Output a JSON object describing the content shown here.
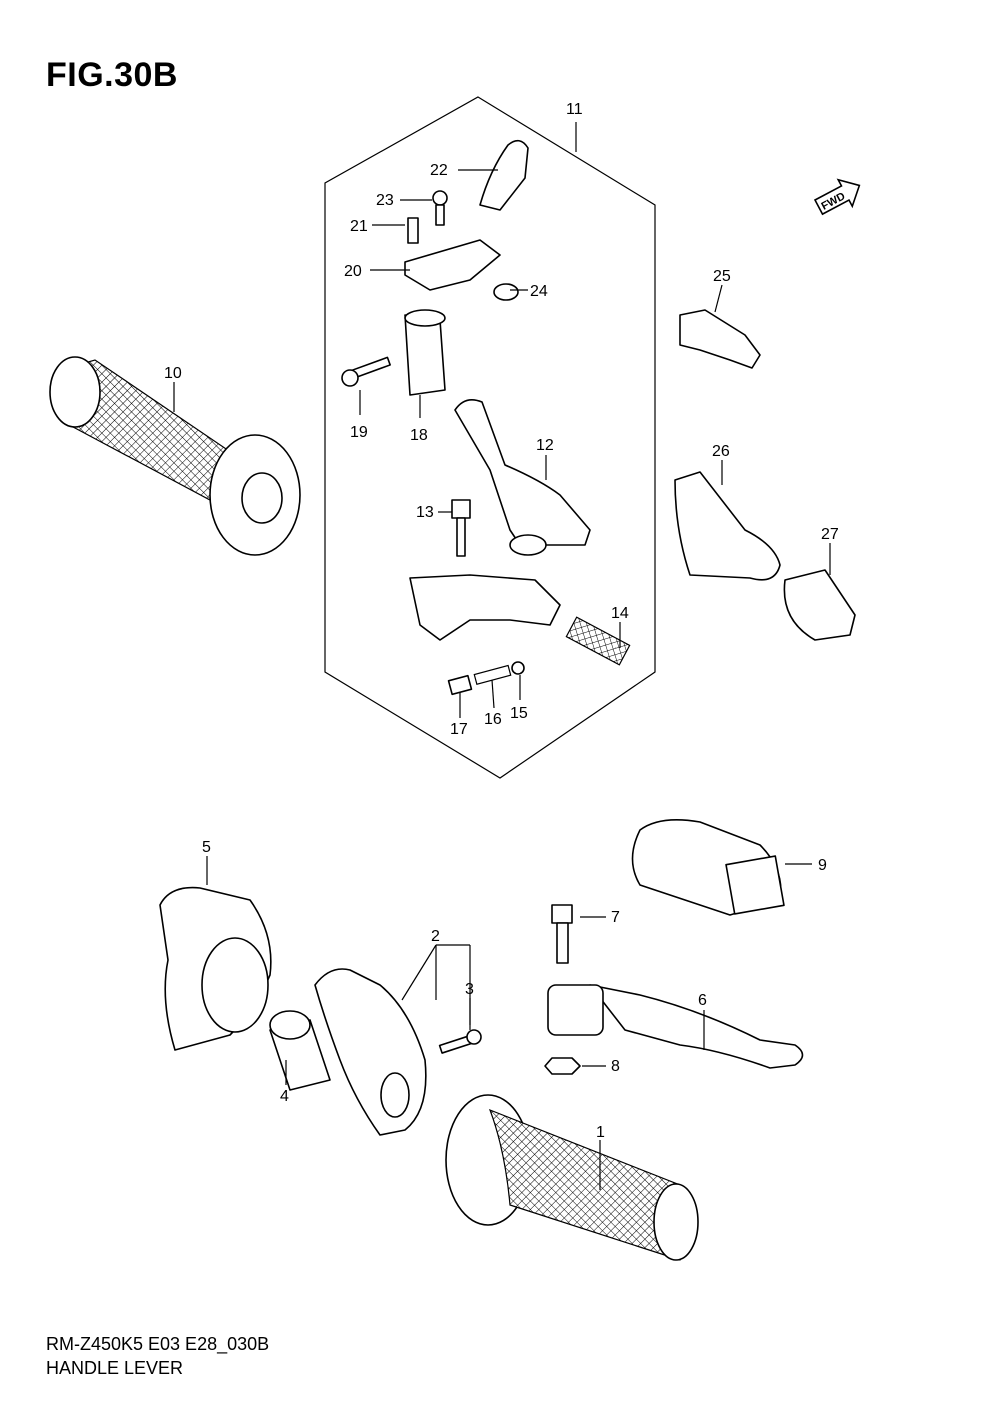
{
  "figure": {
    "title": "FIG.30B",
    "fwd_label": "FWD",
    "model_code": "RM-Z450K5 E03 E28_030B",
    "section_name": "HANDLE LEVER"
  },
  "callouts": [
    "1",
    "2",
    "3",
    "4",
    "5",
    "6",
    "7",
    "8",
    "9",
    "10",
    "11",
    "12",
    "13",
    "14",
    "15",
    "16",
    "17",
    "18",
    "19",
    "20",
    "21",
    "22",
    "23",
    "24",
    "25",
    "26",
    "27"
  ]
}
